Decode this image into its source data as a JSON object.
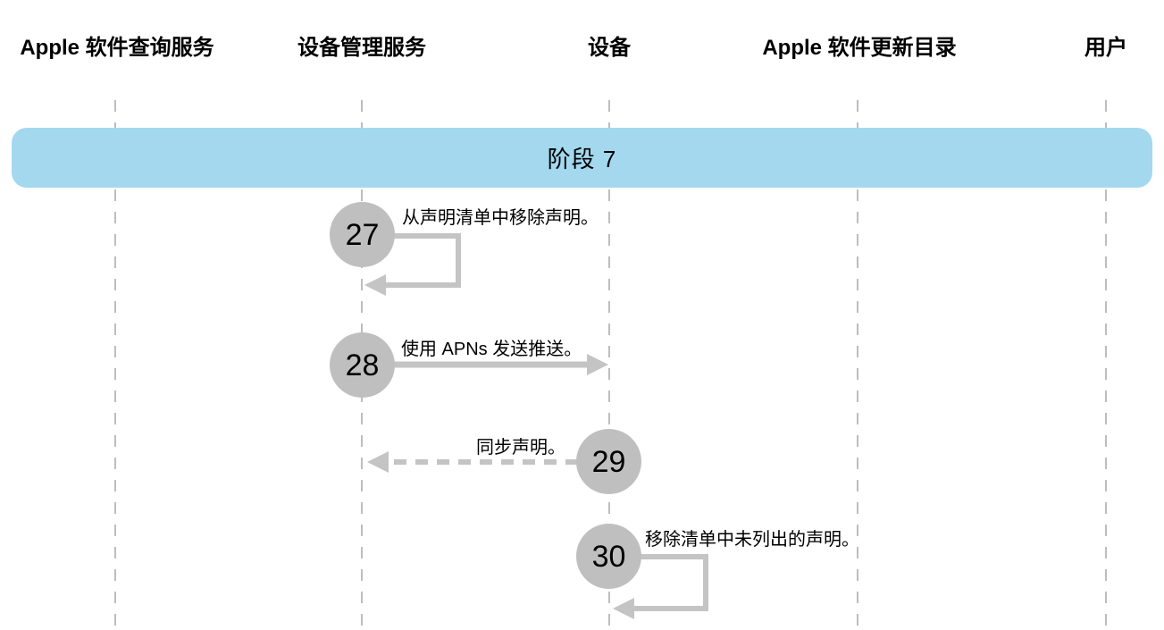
{
  "diagram": {
    "kind": "sequence-diagram",
    "phase": {
      "label": "阶段 7"
    },
    "lanes": [
      {
        "label": "Apple 软件查询服务"
      },
      {
        "label": "设备管理服务"
      },
      {
        "label": "设备"
      },
      {
        "label": "Apple 软件更新目录"
      },
      {
        "label": "用户"
      }
    ],
    "steps": [
      {
        "number": "27",
        "label": "从声明清单中移除声明。",
        "from": "设备管理服务",
        "to": "设备管理服务",
        "arrow": "self-loop"
      },
      {
        "number": "28",
        "label": "使用 APNs 发送推送。",
        "from": "设备管理服务",
        "to": "设备",
        "arrow": "solid"
      },
      {
        "number": "29",
        "label": "同步声明。",
        "from": "设备",
        "to": "设备管理服务",
        "arrow": "dashed"
      },
      {
        "number": "30",
        "label": "移除清单中未列出的声明。",
        "from": "设备",
        "to": "设备",
        "arrow": "self-loop"
      }
    ],
    "colors": {
      "phase_bg": "#A3D8EF",
      "circle": "#BFBFBF",
      "arrow": "#C4C4C4",
      "lifeline": "#BDBDBD",
      "text": "#000000"
    }
  }
}
